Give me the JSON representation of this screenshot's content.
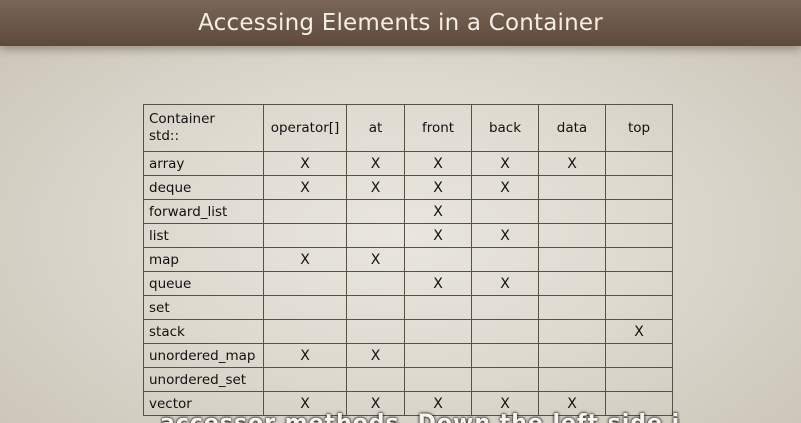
{
  "title": "Accessing Elements in a Container",
  "table": {
    "header": {
      "container_label_line1": "Container",
      "container_label_line2": "std::",
      "columns": [
        "operator[]",
        "at",
        "front",
        "back",
        "data",
        "top"
      ]
    },
    "rows": [
      {
        "name": "array",
        "marks": [
          "X",
          "X",
          "X",
          "X",
          "X",
          ""
        ]
      },
      {
        "name": "deque",
        "marks": [
          "X",
          "X",
          "X",
          "X",
          "",
          ""
        ]
      },
      {
        "name": "forward_list",
        "marks": [
          "",
          "",
          "X",
          "",
          "",
          ""
        ]
      },
      {
        "name": "list",
        "marks": [
          "",
          "",
          "X",
          "X",
          "",
          ""
        ]
      },
      {
        "name": "map",
        "marks": [
          "X",
          "X",
          "",
          "",
          "",
          ""
        ]
      },
      {
        "name": "queue",
        "marks": [
          "",
          "",
          "X",
          "X",
          "",
          ""
        ]
      },
      {
        "name": "set",
        "marks": [
          "",
          "",
          "",
          "",
          "",
          ""
        ]
      },
      {
        "name": "stack",
        "marks": [
          "",
          "",
          "",
          "",
          "",
          "X"
        ]
      },
      {
        "name": "unordered_map",
        "marks": [
          "X",
          "X",
          "",
          "",
          "",
          ""
        ]
      },
      {
        "name": "unordered_set",
        "marks": [
          "",
          "",
          "",
          "",
          "",
          ""
        ]
      },
      {
        "name": "vector",
        "marks": [
          "X",
          "X",
          "X",
          "X",
          "X",
          ""
        ]
      }
    ]
  },
  "caption": "accessor methods. Down the left side is"
}
